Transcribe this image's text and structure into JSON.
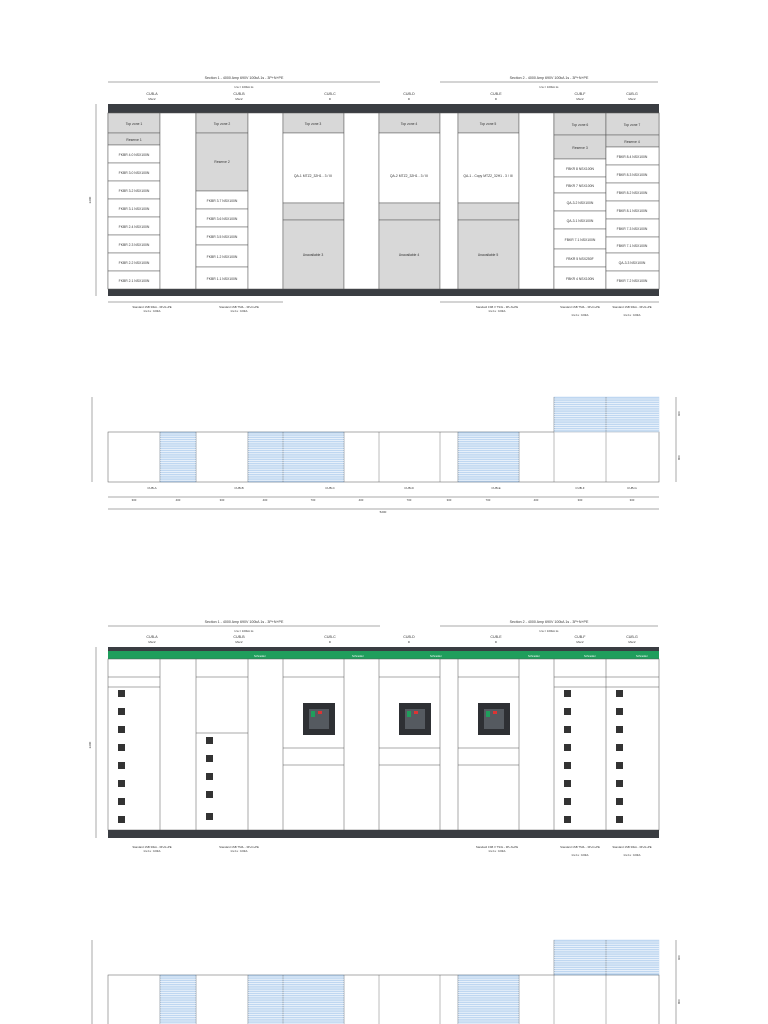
{
  "sections": [
    {
      "label": "Section 1 - 4000 Amp 690V 100kA 1s - 3P+N+PE",
      "sub": "Icw = 100kA 1s"
    },
    {
      "label": "Section 2 - 4000 Amp 690V 100kA 1s - 3P+N+PE",
      "sub": "Icw = 100kA 1s"
    }
  ],
  "cubicles": [
    {
      "id": "CUB-A",
      "type": "Msc2"
    },
    {
      "id": "CUB-B",
      "type": "Msc2"
    },
    {
      "id": "CUB-C",
      "type": "D"
    },
    {
      "id": "CUB-D",
      "type": "D"
    },
    {
      "id": "CUB-E",
      "type": "D"
    },
    {
      "id": "CUB-F",
      "type": "Msc2"
    },
    {
      "id": "CUB-G",
      "type": "Msc2"
    }
  ],
  "zones": {
    "a": [
      "Top zone 1",
      "Reserve 1",
      "FKBR 4.0 NSX100N",
      "FKBR 3.0 NSX100N",
      "FKBR 3.2 NSX100N",
      "FKBR 3.1 NSX100N",
      "FKBR 2.4 NSX100N",
      "FKBR 2.3 NSX100N",
      "FKBR 2.2 NSX100N",
      "FKBR 2.1 NSX100N"
    ],
    "b": [
      "Top zone 2",
      "Reserve 2",
      "FKBR 3.7 NSX100N",
      "FKBR 3.6 NSX100N",
      "FKBR 3.5 NSX100N",
      "FKBR 1.2 NSX100N",
      "FKBR 1.1 NSX100N"
    ],
    "c": [
      "Top zone 3",
      "QA-1 MTZ2_32H1 - 3 / III",
      "Unavailable 3"
    ],
    "d": [
      "Top zone 4",
      "QA-2 MTZ2_32H1 - 3 / III",
      "Unavailable 4"
    ],
    "e": [
      "Top zone 5",
      "QA-1 - Copy MTZ2_32H1 - 3 / III",
      "Unavailable 5"
    ],
    "f": [
      "Top zone 6",
      "Reserve 3",
      "FBKR 8 NSX100N",
      "FBKR 7 NSX100N",
      "QA-3.2 NSX100N",
      "QA-3.1 NSX100N",
      "FBKR 7.1 NSX100N",
      "FBKR 5 NSX250F",
      "FBKR 4 NSX100N"
    ],
    "g": [
      "Top zone 7",
      "Reserve 4",
      "FBKR 8.4 NSX100N",
      "FBKR 8.3 NSX100N",
      "FBKR 8.2 NSX100N",
      "FBKR 8.1 NSX100N",
      "FBKR 7.3 NSX100N",
      "FBKR 7.1 NSX100N",
      "QA-3.3 NSX100N",
      "FBKR 7.2 NSX100N"
    ]
  },
  "busbars": [
    {
      "label": "Standard 1SB 30kA - 3P+N+PE",
      "sub": "Icw 1s : 100kA"
    },
    {
      "label": "Standard 1SB TS3L - 3P+N+PE",
      "sub": "Icw 1s : 100kA"
    },
    {
      "label": "Standard 1SB V TS3L - 3P+N+PE",
      "sub": "Icw 1s : 100kA"
    },
    {
      "label": "Standard 1SB TS3L - 3P+N+PE",
      "sub": "Icw 1s : 100kA"
    },
    {
      "label": "Standard 1SB 30kA - 3P+N+PE",
      "sub": "Icw 1s : 100kA"
    }
  ],
  "dims": [
    "300",
    "400",
    "300",
    "400",
    "700",
    "400",
    "700",
    "300",
    "700",
    "400",
    "300",
    "300"
  ],
  "total_width": "5200",
  "height_label": "2200",
  "side_dims": [
    "600",
    "800"
  ],
  "brand_label": "Schneider",
  "colors": {
    "dark": "#3a3d42",
    "green": "#1f9e5c",
    "blue": "#4a90d9",
    "grey": "#d8d8d8",
    "line": "#555"
  }
}
